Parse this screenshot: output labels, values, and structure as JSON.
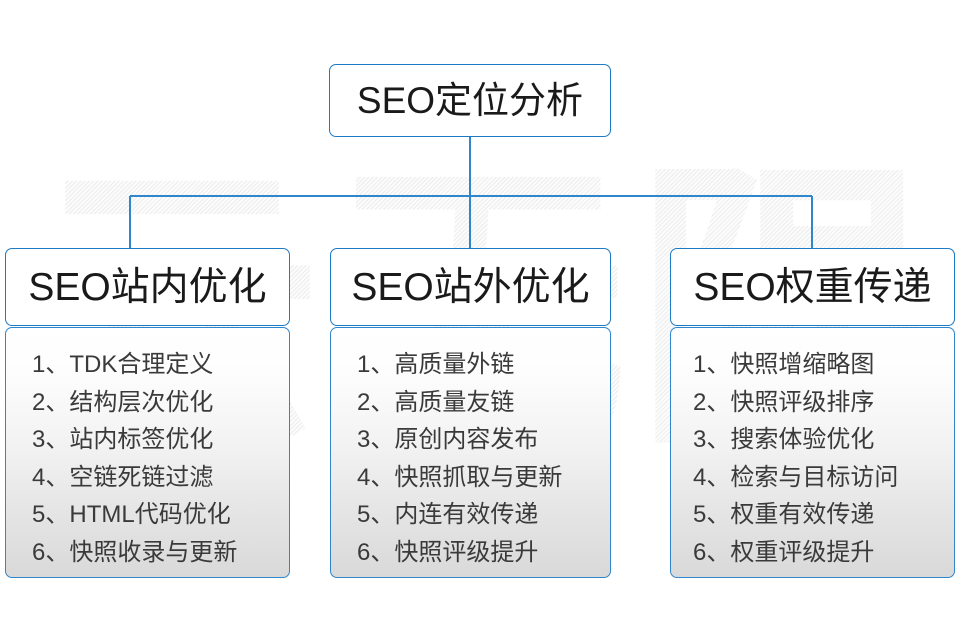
{
  "diagram": {
    "title": "SEO定位分析",
    "watermark": "云无限",
    "accent_color": "#1f7ac4",
    "border_color": "#2f86cc",
    "text_color": "#3a3a3a",
    "background_color": "#ffffff",
    "root": {
      "label": "SEO定位分析"
    },
    "columns": [
      {
        "header": "SEO站内优化",
        "items": [
          {
            "num": "1、",
            "text": "TDK合理定义"
          },
          {
            "num": "2、",
            "text": "结构层次优化"
          },
          {
            "num": "3、",
            "text": "站内标签优化"
          },
          {
            "num": "4、",
            "text": "空链死链过滤"
          },
          {
            "num": "5、",
            "text": "HTML代码优化"
          },
          {
            "num": "6、",
            "text": "快照收录与更新"
          }
        ]
      },
      {
        "header": "SEO站外优化",
        "items": [
          {
            "num": "1、",
            "text": "高质量外链"
          },
          {
            "num": "2、",
            "text": "高质量友链"
          },
          {
            "num": "3、",
            "text": "原创内容发布"
          },
          {
            "num": "4、",
            "text": "快照抓取与更新"
          },
          {
            "num": "5、",
            "text": "内连有效传递"
          },
          {
            "num": "6、",
            "text": "快照评级提升"
          }
        ]
      },
      {
        "header": "SEO权重传递",
        "items": [
          {
            "num": "1、",
            "text": "快照增缩略图"
          },
          {
            "num": "2、",
            "text": "快照评级排序"
          },
          {
            "num": "3、",
            "text": "搜索体验优化"
          },
          {
            "num": "4、",
            "text": "检索与目标访问"
          },
          {
            "num": "5、",
            "text": "权重有效传递"
          },
          {
            "num": "6、",
            "text": "权重评级提升"
          }
        ]
      }
    ]
  }
}
